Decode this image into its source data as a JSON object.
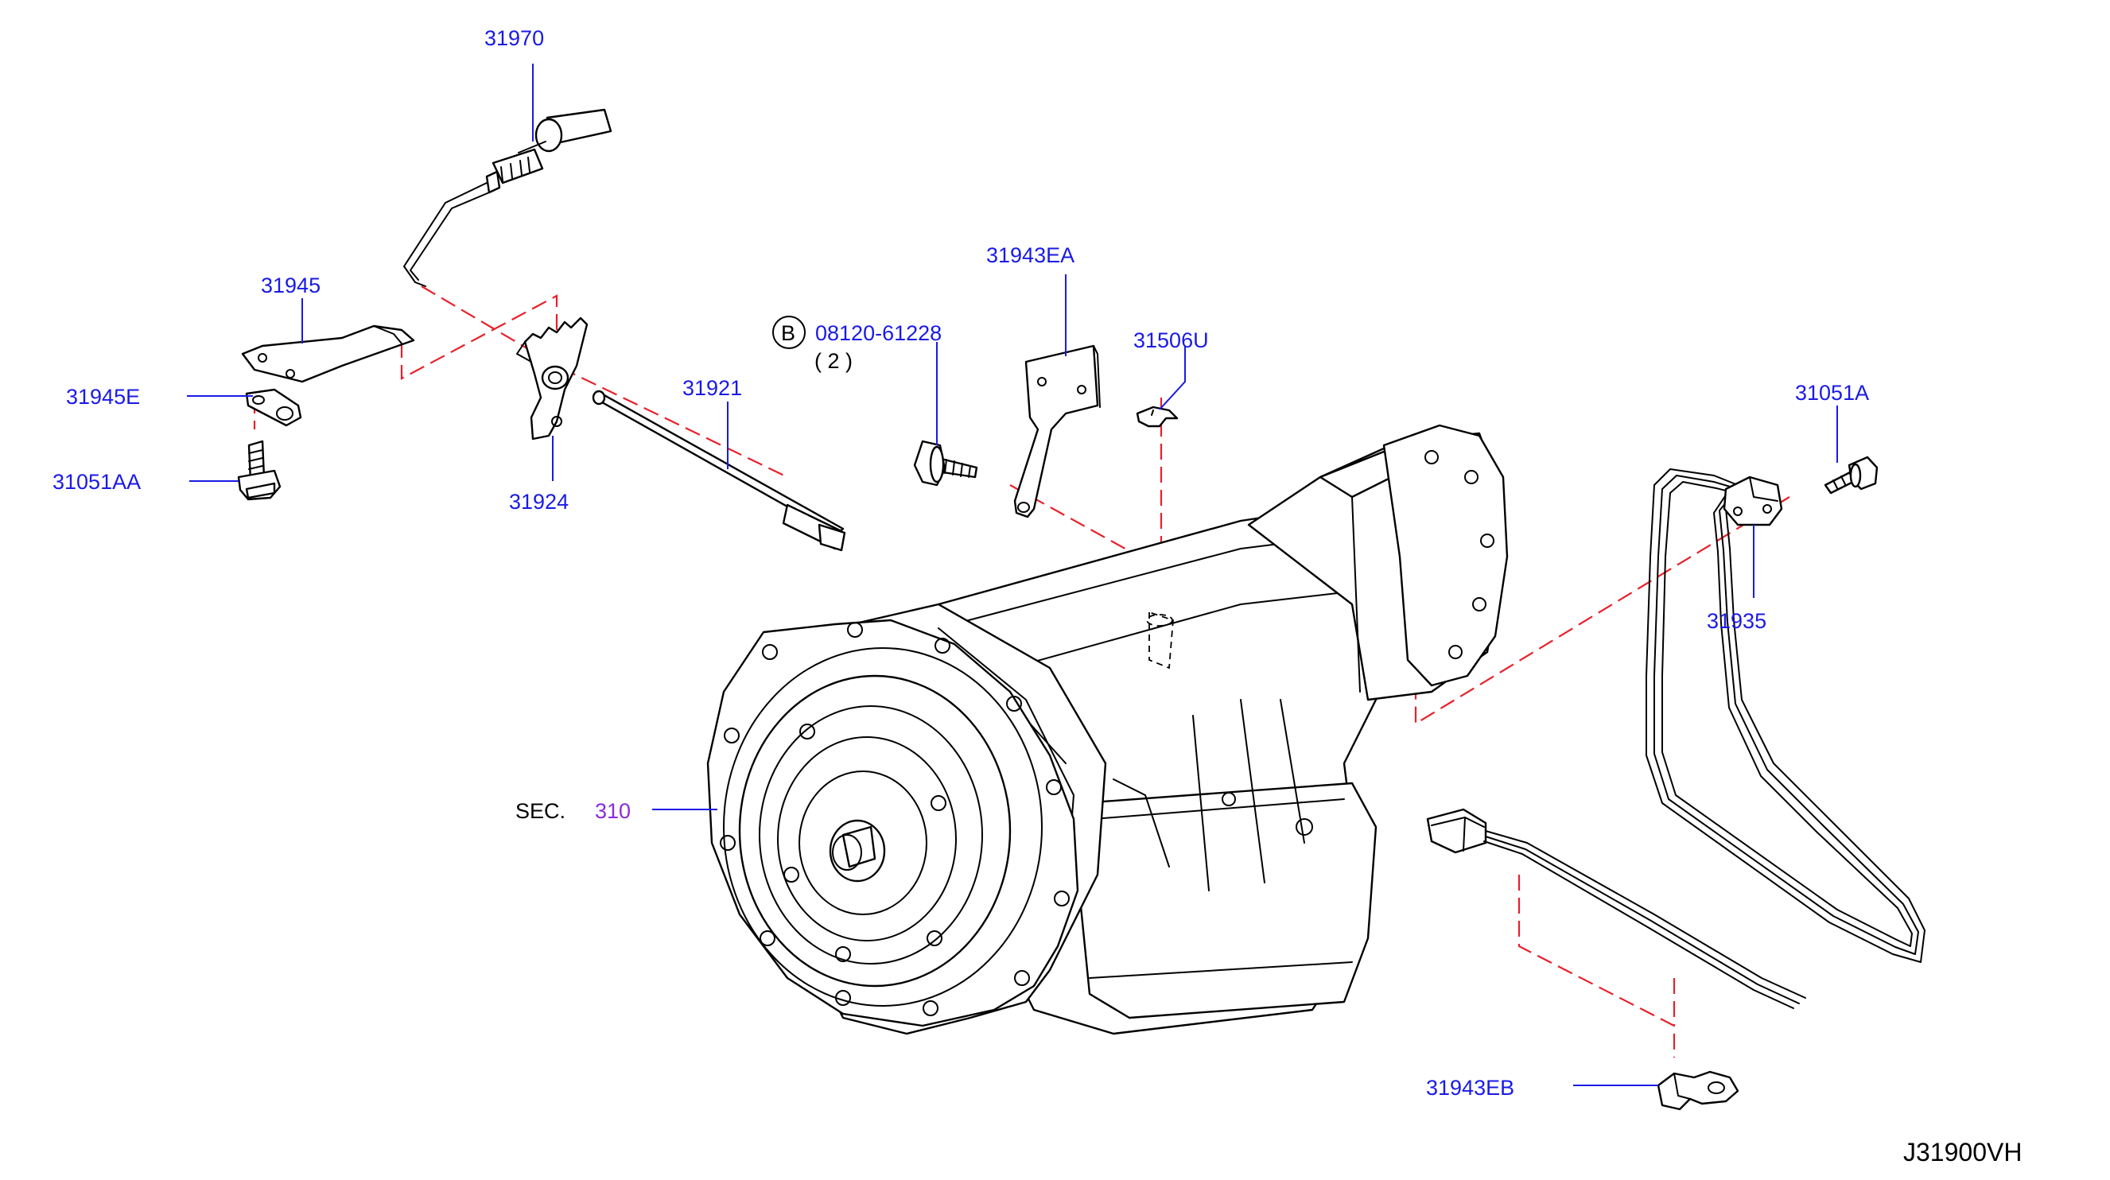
{
  "diagram_code": "J31900VH",
  "section": {
    "prefix": "SEC.",
    "number": "310"
  },
  "bolt_callout": {
    "circle_letter": "B",
    "part_number": "08120-61228",
    "quantity": "( 2 )"
  },
  "parts": {
    "p31970": "31970",
    "p31945": "31945",
    "p31945E": "31945E",
    "p31051AA": "31051AA",
    "p31924": "31924",
    "p31921": "31921",
    "p31943EA": "31943EA",
    "p31506U": "31506U",
    "p31051A": "31051A",
    "p31935": "31935",
    "p31943EB": "31943EB"
  },
  "colors": {
    "callout_text": "#1a1ae6",
    "section_number": "#8a2be2",
    "dashed_guide": "#e8202a",
    "line_art": "#000000"
  }
}
